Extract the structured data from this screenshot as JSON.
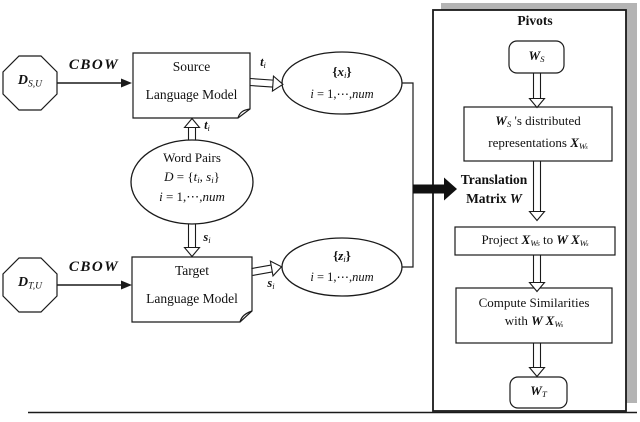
{
  "colors": {
    "line": "#1a1a1a",
    "shadow": "#b4b4b4",
    "background": "#ffffff",
    "big_arrow": "#111111"
  },
  "left_flow": {
    "dict_source": [
      {
        "t": "D",
        "s": "bi"
      },
      {
        "t": "S,U",
        "s": "sub"
      }
    ],
    "dict_target": [
      {
        "t": "D",
        "s": "bi"
      },
      {
        "t": "T,U",
        "s": "sub"
      }
    ],
    "cbow_top": "CBOW",
    "cbow_bottom": "CBOW",
    "source_model": {
      "line1": "Source",
      "line2": "Language Model"
    },
    "target_model": {
      "line1": "Target",
      "line2": "Language Model"
    },
    "word_pairs": {
      "line1": "Word Pairs",
      "line2": [
        {
          "t": "D",
          "s": "i"
        },
        {
          "t": " = {",
          "s": ""
        },
        {
          "t": "t",
          "s": "i"
        },
        {
          "t": "i",
          "s": "sub"
        },
        {
          "t": ", ",
          "s": ""
        },
        {
          "t": "s",
          "s": "i"
        },
        {
          "t": "i",
          "s": "sub"
        },
        {
          "t": "}",
          "s": ""
        }
      ],
      "line3": [
        {
          "t": "i",
          "s": "i"
        },
        {
          "t": " = 1,⋯,",
          "s": ""
        },
        {
          "t": "num",
          "s": "i"
        }
      ]
    },
    "label_ti_up": [
      {
        "t": "t",
        "s": "bi"
      },
      {
        "t": "i",
        "s": "sub"
      }
    ],
    "label_ti_out": [
      {
        "t": "t",
        "s": "bi"
      },
      {
        "t": "i",
        "s": "sub"
      }
    ],
    "label_si_down": [
      {
        "t": "s",
        "s": "bi"
      },
      {
        "t": "i",
        "s": "sub"
      }
    ],
    "label_si_out": [
      {
        "t": "s",
        "s": "bi"
      },
      {
        "t": "i",
        "s": "sub"
      }
    ]
  },
  "sets": {
    "x_set": {
      "line1": [
        {
          "t": "{",
          "s": "b"
        },
        {
          "t": "x",
          "s": "bi"
        },
        {
          "t": "i",
          "s": "sub"
        },
        {
          "t": "}",
          "s": "b"
        }
      ],
      "line2": [
        {
          "t": "i",
          "s": "i"
        },
        {
          "t": " = 1,⋯,",
          "s": ""
        },
        {
          "t": "num",
          "s": "i"
        }
      ]
    },
    "z_set": {
      "line1": [
        {
          "t": "{",
          "s": "b"
        },
        {
          "t": "z",
          "s": "bi"
        },
        {
          "t": "i",
          "s": "sub"
        },
        {
          "t": "}",
          "s": "b"
        }
      ],
      "line2": [
        {
          "t": "i",
          "s": "i"
        },
        {
          "t": " = 1,⋯,",
          "s": ""
        },
        {
          "t": "num",
          "s": "i"
        }
      ]
    }
  },
  "translation_matrix": {
    "line1": "Translation",
    "line2": [
      {
        "t": "Matrix ",
        "s": "b"
      },
      {
        "t": "W",
        "s": "bi"
      }
    ]
  },
  "panel": {
    "title": "Pivots",
    "ws_label": [
      {
        "t": "W",
        "s": "bi"
      },
      {
        "t": "S",
        "s": "sub"
      }
    ],
    "repr_box": {
      "line1": [
        {
          "t": "W",
          "s": "bi"
        },
        {
          "t": "S",
          "s": "sub"
        },
        {
          "t": " 's distributed",
          "s": ""
        }
      ],
      "line2": [
        {
          "t": "representations  ",
          "s": ""
        },
        {
          "t": "X",
          "s": "bi"
        },
        {
          "t": "W",
          "s": "sub"
        },
        {
          "t": "s",
          "s": "sub2"
        }
      ]
    },
    "project_box": [
      {
        "t": "Project  ",
        "s": ""
      },
      {
        "t": "X",
        "s": "bi"
      },
      {
        "t": "W",
        "s": "sub"
      },
      {
        "t": "S",
        "s": "sub2"
      },
      {
        "t": " to ",
        "s": ""
      },
      {
        "t": "W X",
        "s": "bi"
      },
      {
        "t": "W",
        "s": "sub"
      },
      {
        "t": "s",
        "s": "sub2"
      }
    ],
    "similar_box": {
      "line1": "Compute Similarities",
      "line2": [
        {
          "t": "with ",
          "s": ""
        },
        {
          "t": "W X",
          "s": "bi"
        },
        {
          "t": "W",
          "s": "sub"
        },
        {
          "t": "s",
          "s": "sub2"
        }
      ]
    },
    "wt_label": [
      {
        "t": "W",
        "s": "bi"
      },
      {
        "t": "T",
        "s": "sub"
      }
    ]
  }
}
